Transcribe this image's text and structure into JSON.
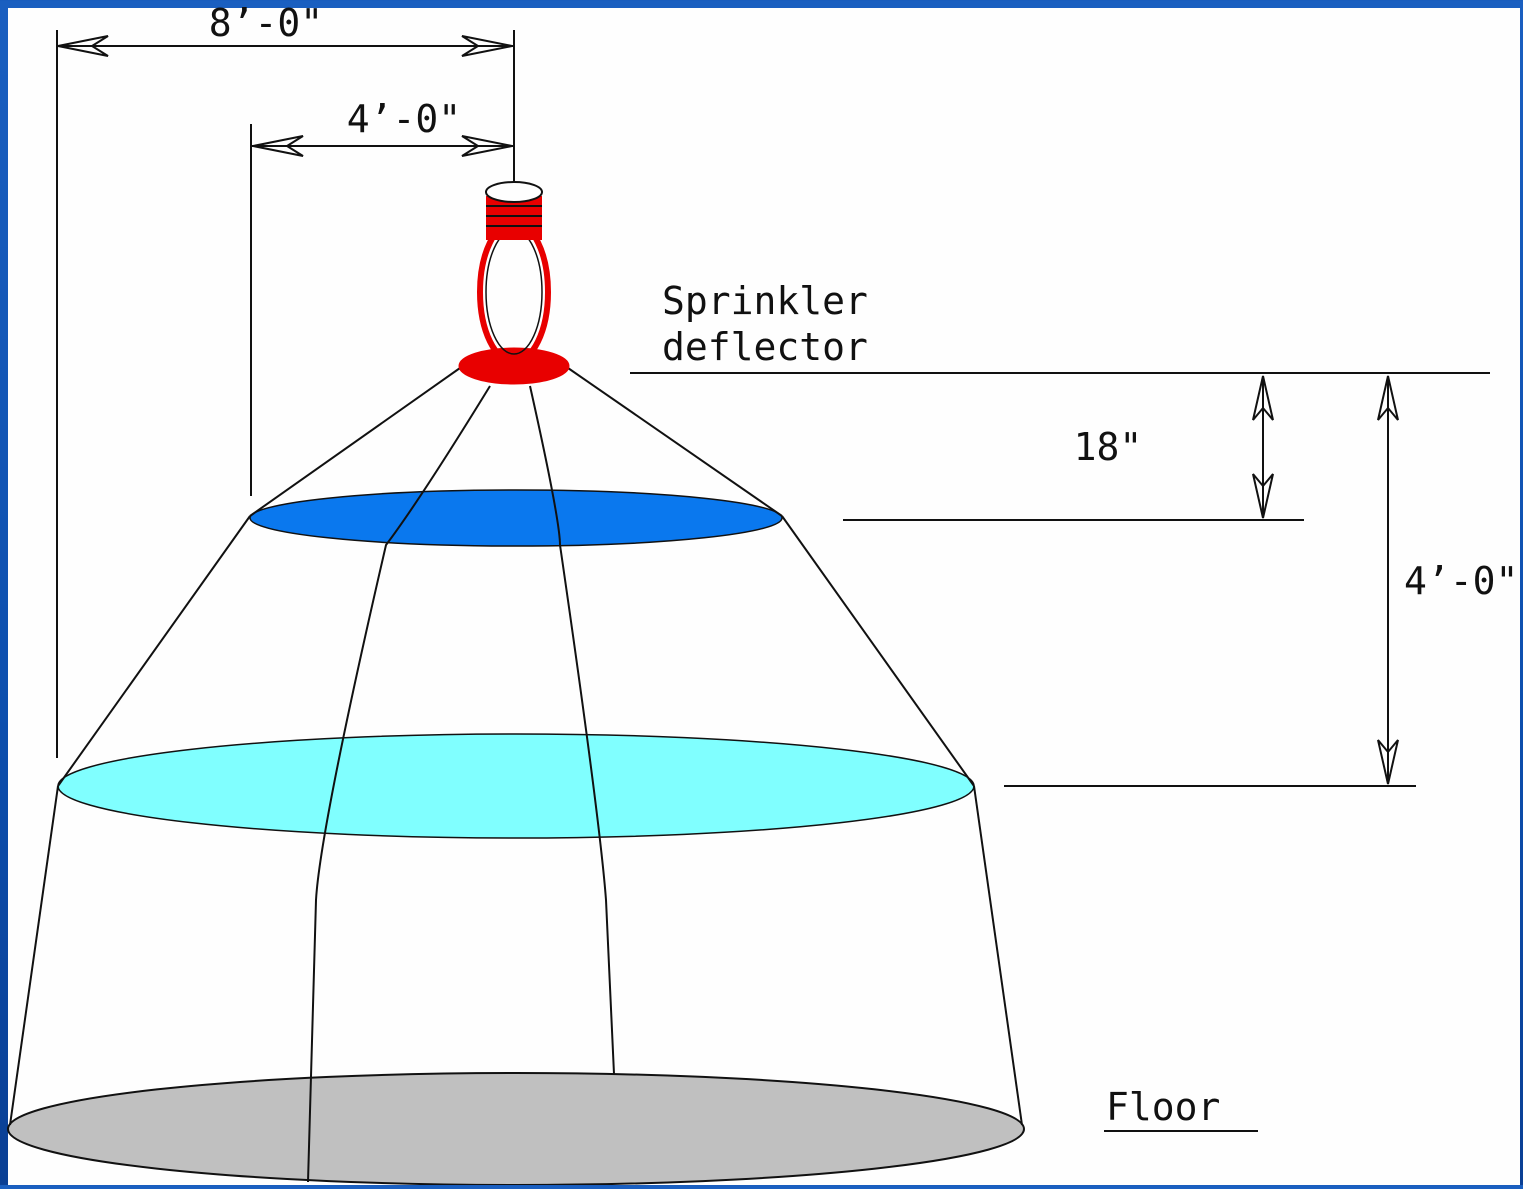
{
  "dimensions": {
    "width_8ft": "8’-0\"",
    "width_4ft": "4’-0\"",
    "drop_18in": "18\"",
    "drop_4ft": "4’-0\""
  },
  "labels": {
    "sprinkler_line1": "Sprinkler",
    "sprinkler_line2": "deflector",
    "floor": "Floor"
  },
  "colors": {
    "background": "#0d4fae",
    "canvas": "#fefefe",
    "sprinkler": "#e80000",
    "disc_18in": "#0a78ee",
    "disc_4ft": "#80ffff",
    "floor_disc": "#c0c0c0"
  }
}
